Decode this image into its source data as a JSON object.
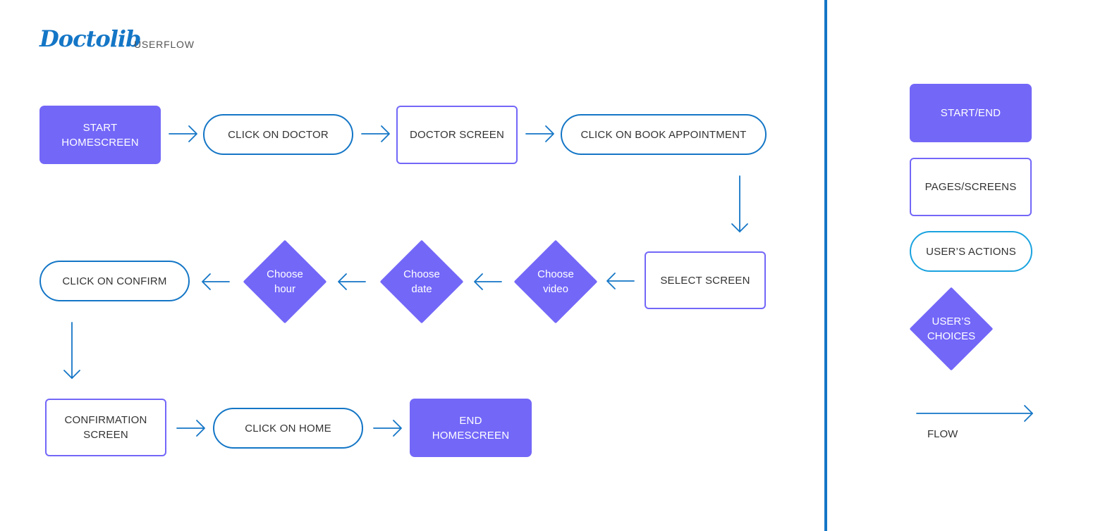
{
  "header": {
    "logo": "Doctolib",
    "subtitle": "USERFLOW"
  },
  "flow": {
    "row1": {
      "start": [
        "START",
        "HOMESCREEN"
      ],
      "click_doctor": "CLICK ON DOCTOR",
      "doctor_screen": "DOCTOR SCREEN",
      "click_book": "CLICK ON BOOK APPOINTMENT"
    },
    "row2": {
      "select_screen": "SELECT SCREEN",
      "choose_video": [
        "Choose",
        "video"
      ],
      "choose_date": [
        "Choose",
        "date"
      ],
      "choose_hour": [
        "Choose",
        "hour"
      ],
      "click_confirm": "CLICK ON CONFIRM"
    },
    "row3": {
      "confirmation_screen": [
        "CONFIRMATION",
        "SCREEN"
      ],
      "click_home": "CLICK ON HOME",
      "end": [
        "END",
        "HOMESCREEN"
      ]
    }
  },
  "legend": {
    "start_end": "START/END",
    "pages": "PAGES/SCREENS",
    "actions": "USER’S ACTIONS",
    "choices": [
      "USER’S",
      "CHOICES"
    ],
    "flow": "FLOW"
  },
  "colors": {
    "purple": "#7367f8",
    "blue": "#1476c6",
    "light_blue": "#1aa3df"
  }
}
